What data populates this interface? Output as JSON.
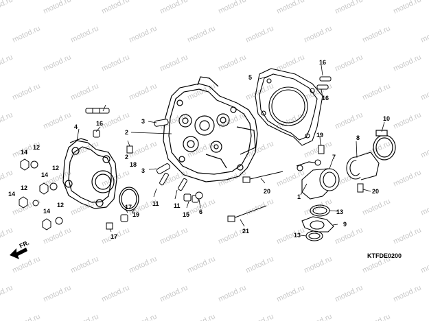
{
  "diagram": {
    "watermark": "motod.ru",
    "direction_label": "FR.",
    "diagram_code": "KTFDE0200",
    "callouts": [
      "1",
      "2",
      "2",
      "3",
      "3",
      "4",
      "5",
      "6",
      "7",
      "8",
      "9",
      "10",
      "11",
      "11",
      "12",
      "12",
      "12",
      "12",
      "13",
      "13",
      "14",
      "14",
      "14",
      "14",
      "15",
      "16",
      "16",
      "16",
      "17",
      "17",
      "18",
      "19",
      "19",
      "20",
      "20",
      "21"
    ]
  }
}
